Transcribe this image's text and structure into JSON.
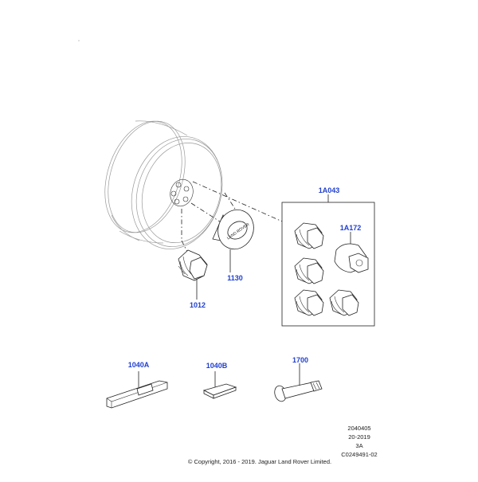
{
  "callouts": {
    "c1A043": "1A043",
    "c1A172": "1A172",
    "c1130": "1130",
    "c1012": "1012",
    "c1040A": "1040A",
    "c1040B": "1040B",
    "c1700": "1700"
  },
  "footer": {
    "line1": "2040405",
    "line2": "20-2019",
    "line3": "3A",
    "line4": "C0249491-02",
    "copyright": "© Copyright, 2016 - 2019. Jaguar Land Rover Limited."
  },
  "colors": {
    "callout": "#1f3fd0",
    "lines": "#222222",
    "wheel": "#999999"
  }
}
